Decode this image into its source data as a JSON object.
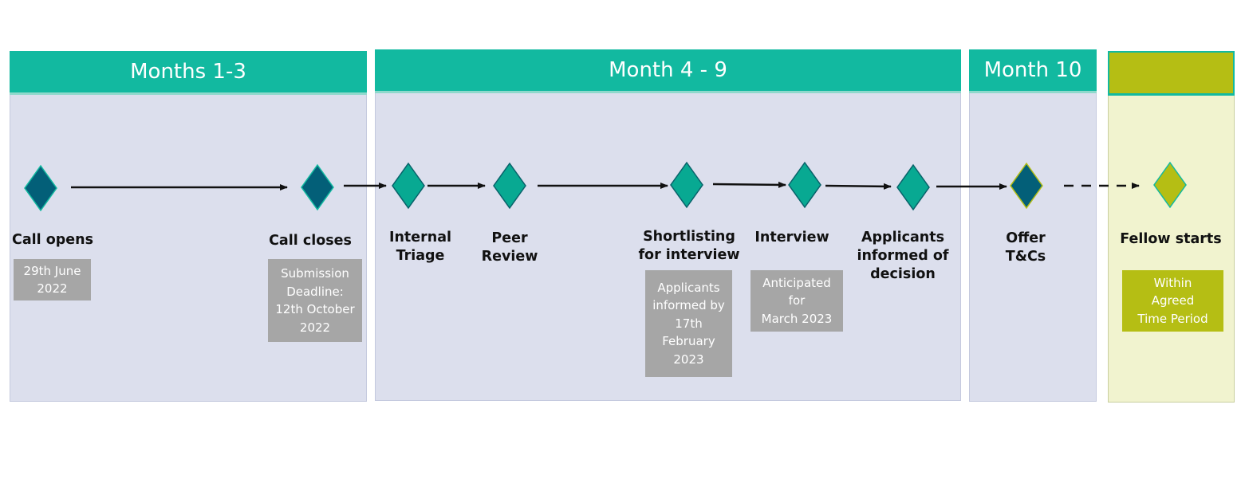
{
  "phases": [
    {
      "label": "Months 1-3"
    },
    {
      "label": "Month 4 - 9"
    },
    {
      "label": "Month 10"
    },
    {
      "label": ""
    }
  ],
  "milestones": [
    {
      "label": "Call opens",
      "icon": "diamond-dark-icon"
    },
    {
      "label": "Call closes",
      "icon": "diamond-dark-icon"
    },
    {
      "label": "Internal\nTriage",
      "icon": "diamond-teal-icon"
    },
    {
      "label": "Peer\nReview",
      "icon": "diamond-teal-icon"
    },
    {
      "label": "Shortlisting\nfor interview",
      "icon": "diamond-teal-icon"
    },
    {
      "label": "Interview",
      "icon": "diamond-teal-icon"
    },
    {
      "label": "Applicants\ninformed of\ndecision",
      "icon": "diamond-teal-icon"
    },
    {
      "label": "Offer\nT&Cs",
      "icon": "diamond-dark-icon"
    },
    {
      "label": "Fellow starts",
      "icon": "diamond-olive-icon"
    }
  ],
  "notes": [
    {
      "text": "29th June\n2022"
    },
    {
      "text": "Submission\nDeadline:\n12th October\n2022"
    },
    {
      "text": "Applicants\ninformed by\n17th\nFebruary\n2023"
    },
    {
      "text": "Anticipated\nfor\nMarch 2023"
    },
    {
      "text": "Within\nAgreed\nTime Period"
    }
  ],
  "colors": {
    "header_teal": "#12b9a0",
    "header_olive": "#b5be14",
    "panel_bg": "#dcdfed",
    "final_panel_bg": "#f1f3cf",
    "diamond_dark": "#035f78",
    "diamond_teal": "#08a992",
    "diamond_olive": "#b5be14",
    "note_box": "#a6a6a6"
  }
}
